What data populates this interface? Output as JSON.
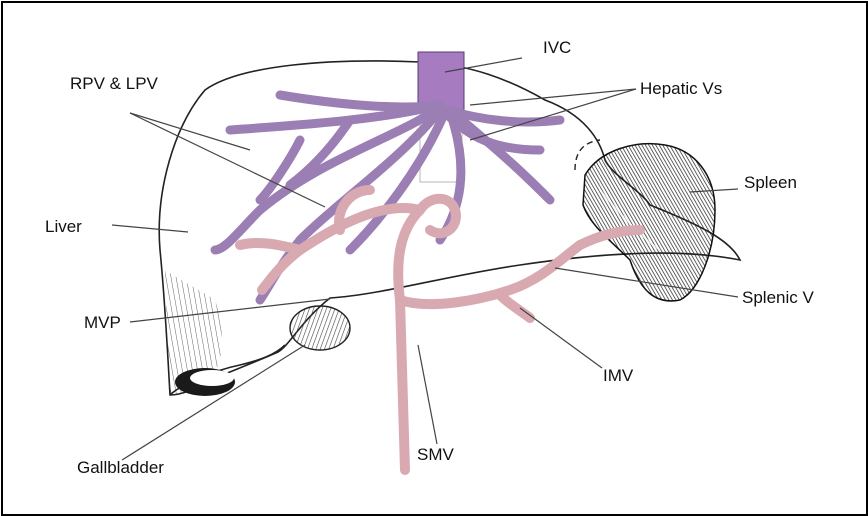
{
  "labels": {
    "ivc": "IVC",
    "rpv_lpv": "RPV & LPV",
    "hepatic_vs": "Hepatic Vs",
    "spleen": "Spleen",
    "liver": "Liver",
    "splenic_v": "Splenic V",
    "mvp": "MVP",
    "imv": "IMV",
    "smv": "SMV",
    "gallbladder": "Gallbladder"
  },
  "colors": {
    "hepatic_veins": "#9B7FB4",
    "portal_system": "#D9A9B2",
    "ivc_band": "#A67BC0",
    "outline": "#222222"
  }
}
